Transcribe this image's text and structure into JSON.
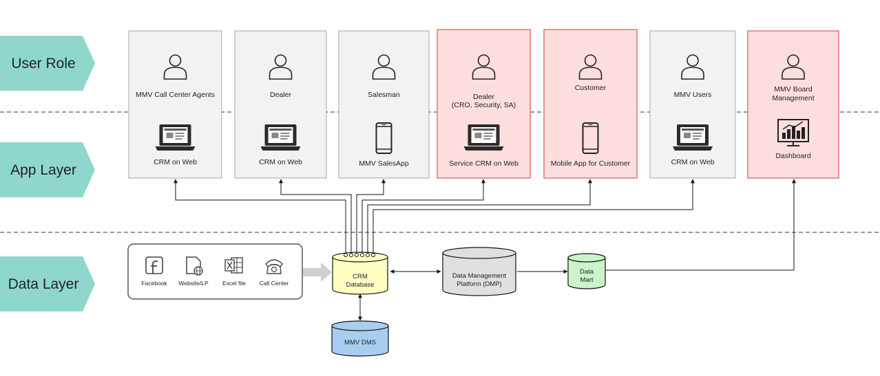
{
  "layers": [
    {
      "label": "User Role"
    },
    {
      "label": "App Layer"
    },
    {
      "label": "Data Layer"
    }
  ],
  "columns": [
    {
      "role": "MMV Call Center Agents",
      "role2": "",
      "app": "CRM on Web",
      "app_icon": "laptop-icon",
      "highlight": false
    },
    {
      "role": "Dealer",
      "role2": "",
      "app": "CRM on Web",
      "app_icon": "laptop-icon",
      "highlight": false
    },
    {
      "role": "Salesman",
      "role2": "",
      "app": "MMV SalesApp",
      "app_icon": "phone-icon",
      "highlight": false
    },
    {
      "role": "Dealer",
      "role2": "(CRO, Security, SA)",
      "app": "Service CRM on Web",
      "app_icon": "laptop-icon",
      "highlight": true
    },
    {
      "role": "Customer",
      "role2": "",
      "app": "Mobile App for Customer",
      "app_icon": "phone-icon",
      "highlight": true
    },
    {
      "role": "MMV Users",
      "role2": "",
      "app": "CRM on Web",
      "app_icon": "laptop-icon",
      "highlight": false
    },
    {
      "role": "MMV Board",
      "role2": "Management",
      "app": "Dashboard",
      "app_icon": "dashboard-chart-icon",
      "highlight": true
    }
  ],
  "sources": [
    {
      "label": "Facebook",
      "icon": "facebook-icon"
    },
    {
      "label": "Website/LP",
      "icon": "website-icon"
    },
    {
      "label": "Excel file",
      "icon": "excel-icon"
    },
    {
      "label": "Call Center",
      "icon": "telephone-icon"
    }
  ],
  "databases": {
    "crm": {
      "line1": "CRM",
      "line2": "Database"
    },
    "dmp": {
      "line1": "Data Management",
      "line2": "Platform (DMP)"
    },
    "mart": {
      "line1": "Data",
      "line2": "Mart"
    },
    "dms": {
      "line1": "MMV DMS"
    }
  },
  "colors": {
    "layer_tag": "#8fd7cd",
    "box_gray_fill": "#f2f2f2",
    "box_gray_border": "#a6a6a6",
    "box_pink_fill": "#fcdede",
    "box_pink_border": "#e57373",
    "crm_db": "#ffffc4",
    "dmp_db": "#e0e0e0",
    "mart_db": "#c9f5c9",
    "dms_db": "#a9cdee"
  }
}
